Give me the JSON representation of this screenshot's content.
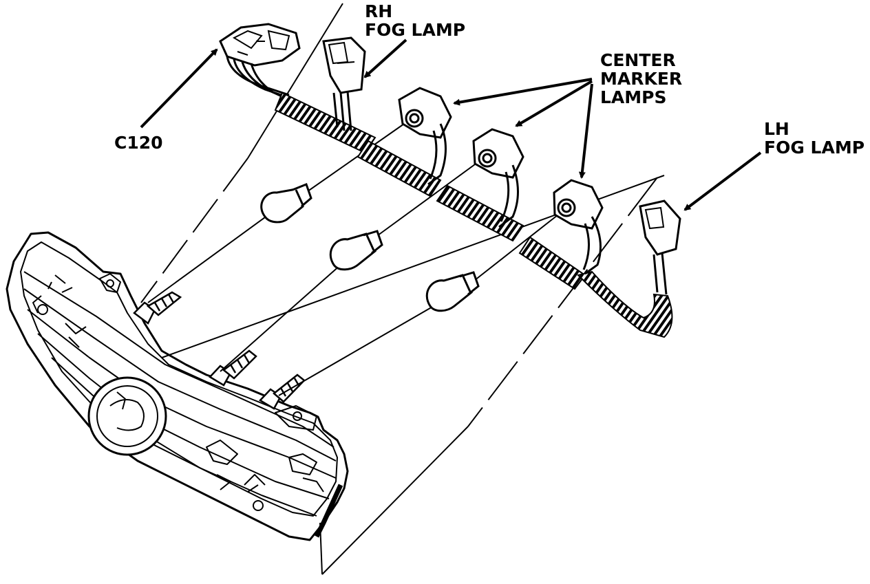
{
  "labels": {
    "c120": "C120",
    "rh_fog_lamp": [
      "RH",
      "FOG LAMP"
    ],
    "center_marker_lamps": [
      "CENTER",
      "MARKER",
      "LAMPS"
    ],
    "lh_fog_lamp": [
      "LH",
      "FOG LAMP"
    ]
  }
}
